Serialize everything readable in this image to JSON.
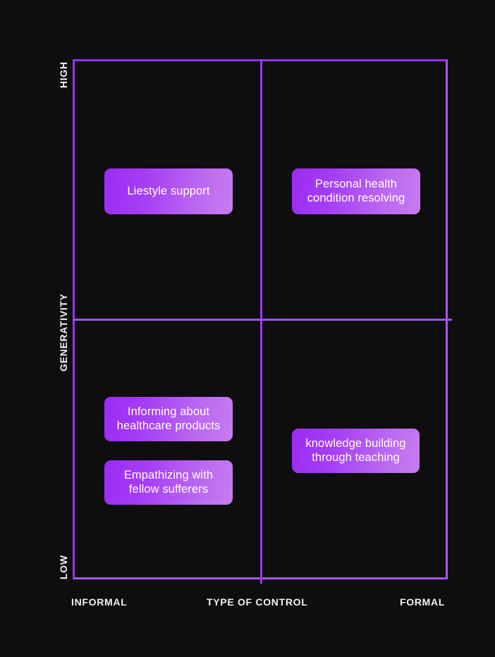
{
  "background_color": "#0e0e0e",
  "frame": {
    "border_color": "#9333f2",
    "divider_color": "#9b3af4"
  },
  "axes": {
    "y": {
      "title": "GENERATIVITY",
      "high_label": "HIGH",
      "low_label": "LOW"
    },
    "x": {
      "title": "TYPE OF CONTROL",
      "left_label": "INFORMAL",
      "right_label": "FORMAL"
    }
  },
  "card_style": {
    "gradient_start": "#9b2bf5",
    "gradient_end": "#c87cef",
    "text_color": "#ffffff"
  },
  "chart_data": {
    "type": "scatter",
    "title": "",
    "xlabel": "TYPE OF CONTROL",
    "ylabel": "GENERATIVITY",
    "x_ticks": [
      "INFORMAL",
      "FORMAL"
    ],
    "y_ticks": [
      "LOW",
      "HIGH"
    ],
    "grid": true,
    "legend": "none",
    "quadrants": [
      {
        "id": "top-left",
        "x": "INFORMAL",
        "y": "HIGH",
        "items": [
          "Liestyle support"
        ]
      },
      {
        "id": "top-right",
        "x": "FORMAL",
        "y": "HIGH",
        "items": [
          "Personal health\ncondition resolving"
        ]
      },
      {
        "id": "bottom-left",
        "x": "INFORMAL",
        "y": "LOW",
        "items": [
          "Informing about\nhealthcare products",
          "Empathizing with\nfellow sufferers"
        ]
      },
      {
        "id": "bottom-right",
        "x": "FORMAL",
        "y": "LOW",
        "items": [
          "knowledge building\nthrough teaching"
        ]
      }
    ],
    "points": [
      {
        "label": "Liestyle support",
        "quadrant": "top-left"
      },
      {
        "label": "Personal health\ncondition resolving",
        "quadrant": "top-right"
      },
      {
        "label": "Informing about\nhealthcare products",
        "quadrant": "bottom-left"
      },
      {
        "label": "Empathizing with\nfellow sufferers",
        "quadrant": "bottom-left"
      },
      {
        "label": "knowledge building\nthrough teaching",
        "quadrant": "bottom-right"
      }
    ]
  },
  "cards": {
    "lifestyle_support": "Liestyle support",
    "personal_health": "Personal health\ncondition resolving",
    "informing_healthcare": "Informing about\nhealthcare products",
    "empathizing_sufferers": "Empathizing with\nfellow sufferers",
    "knowledge_building": "knowledge building\nthrough teaching"
  }
}
